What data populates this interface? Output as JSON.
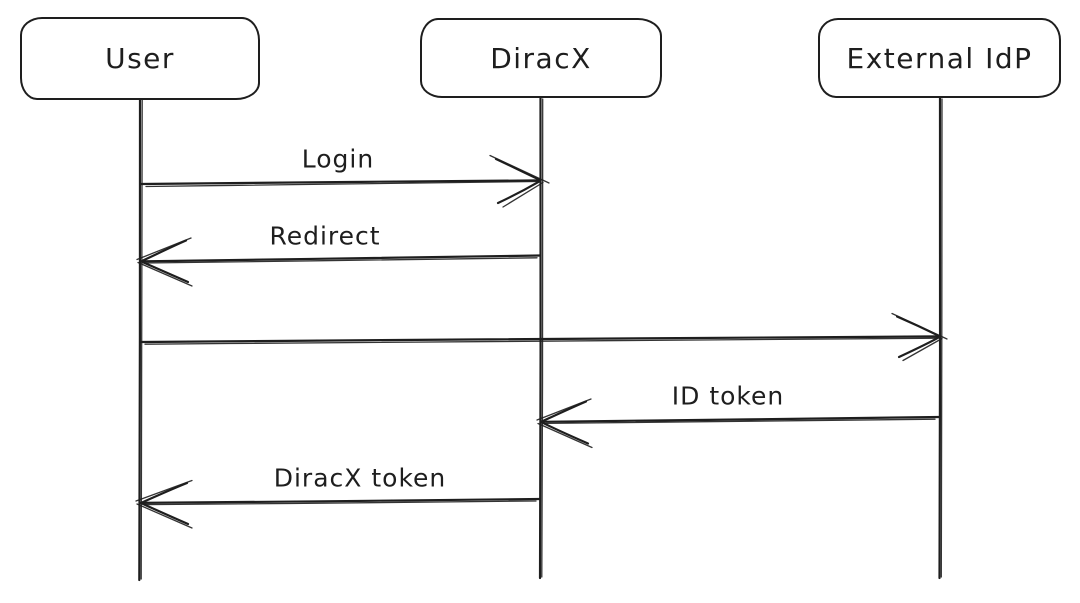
{
  "diagram": {
    "type": "sequence-diagram",
    "style": "hand-drawn",
    "background_color": "#ffffff",
    "stroke_color": "#1e1e1e",
    "actors": [
      {
        "id": "user",
        "label": "User"
      },
      {
        "id": "diracx",
        "label": "DiracX"
      },
      {
        "id": "external-idp",
        "label": "External IdP"
      }
    ],
    "messages": [
      {
        "label": "Login",
        "from": "User",
        "to": "DiracX"
      },
      {
        "label": "Redirect",
        "from": "DiracX",
        "to": "User"
      },
      {
        "label": "",
        "from": "User",
        "to": "External IdP"
      },
      {
        "label": "ID token",
        "from": "External IdP",
        "to": "DiracX"
      },
      {
        "label": "DiracX token",
        "from": "DiracX",
        "to": "User"
      }
    ]
  }
}
